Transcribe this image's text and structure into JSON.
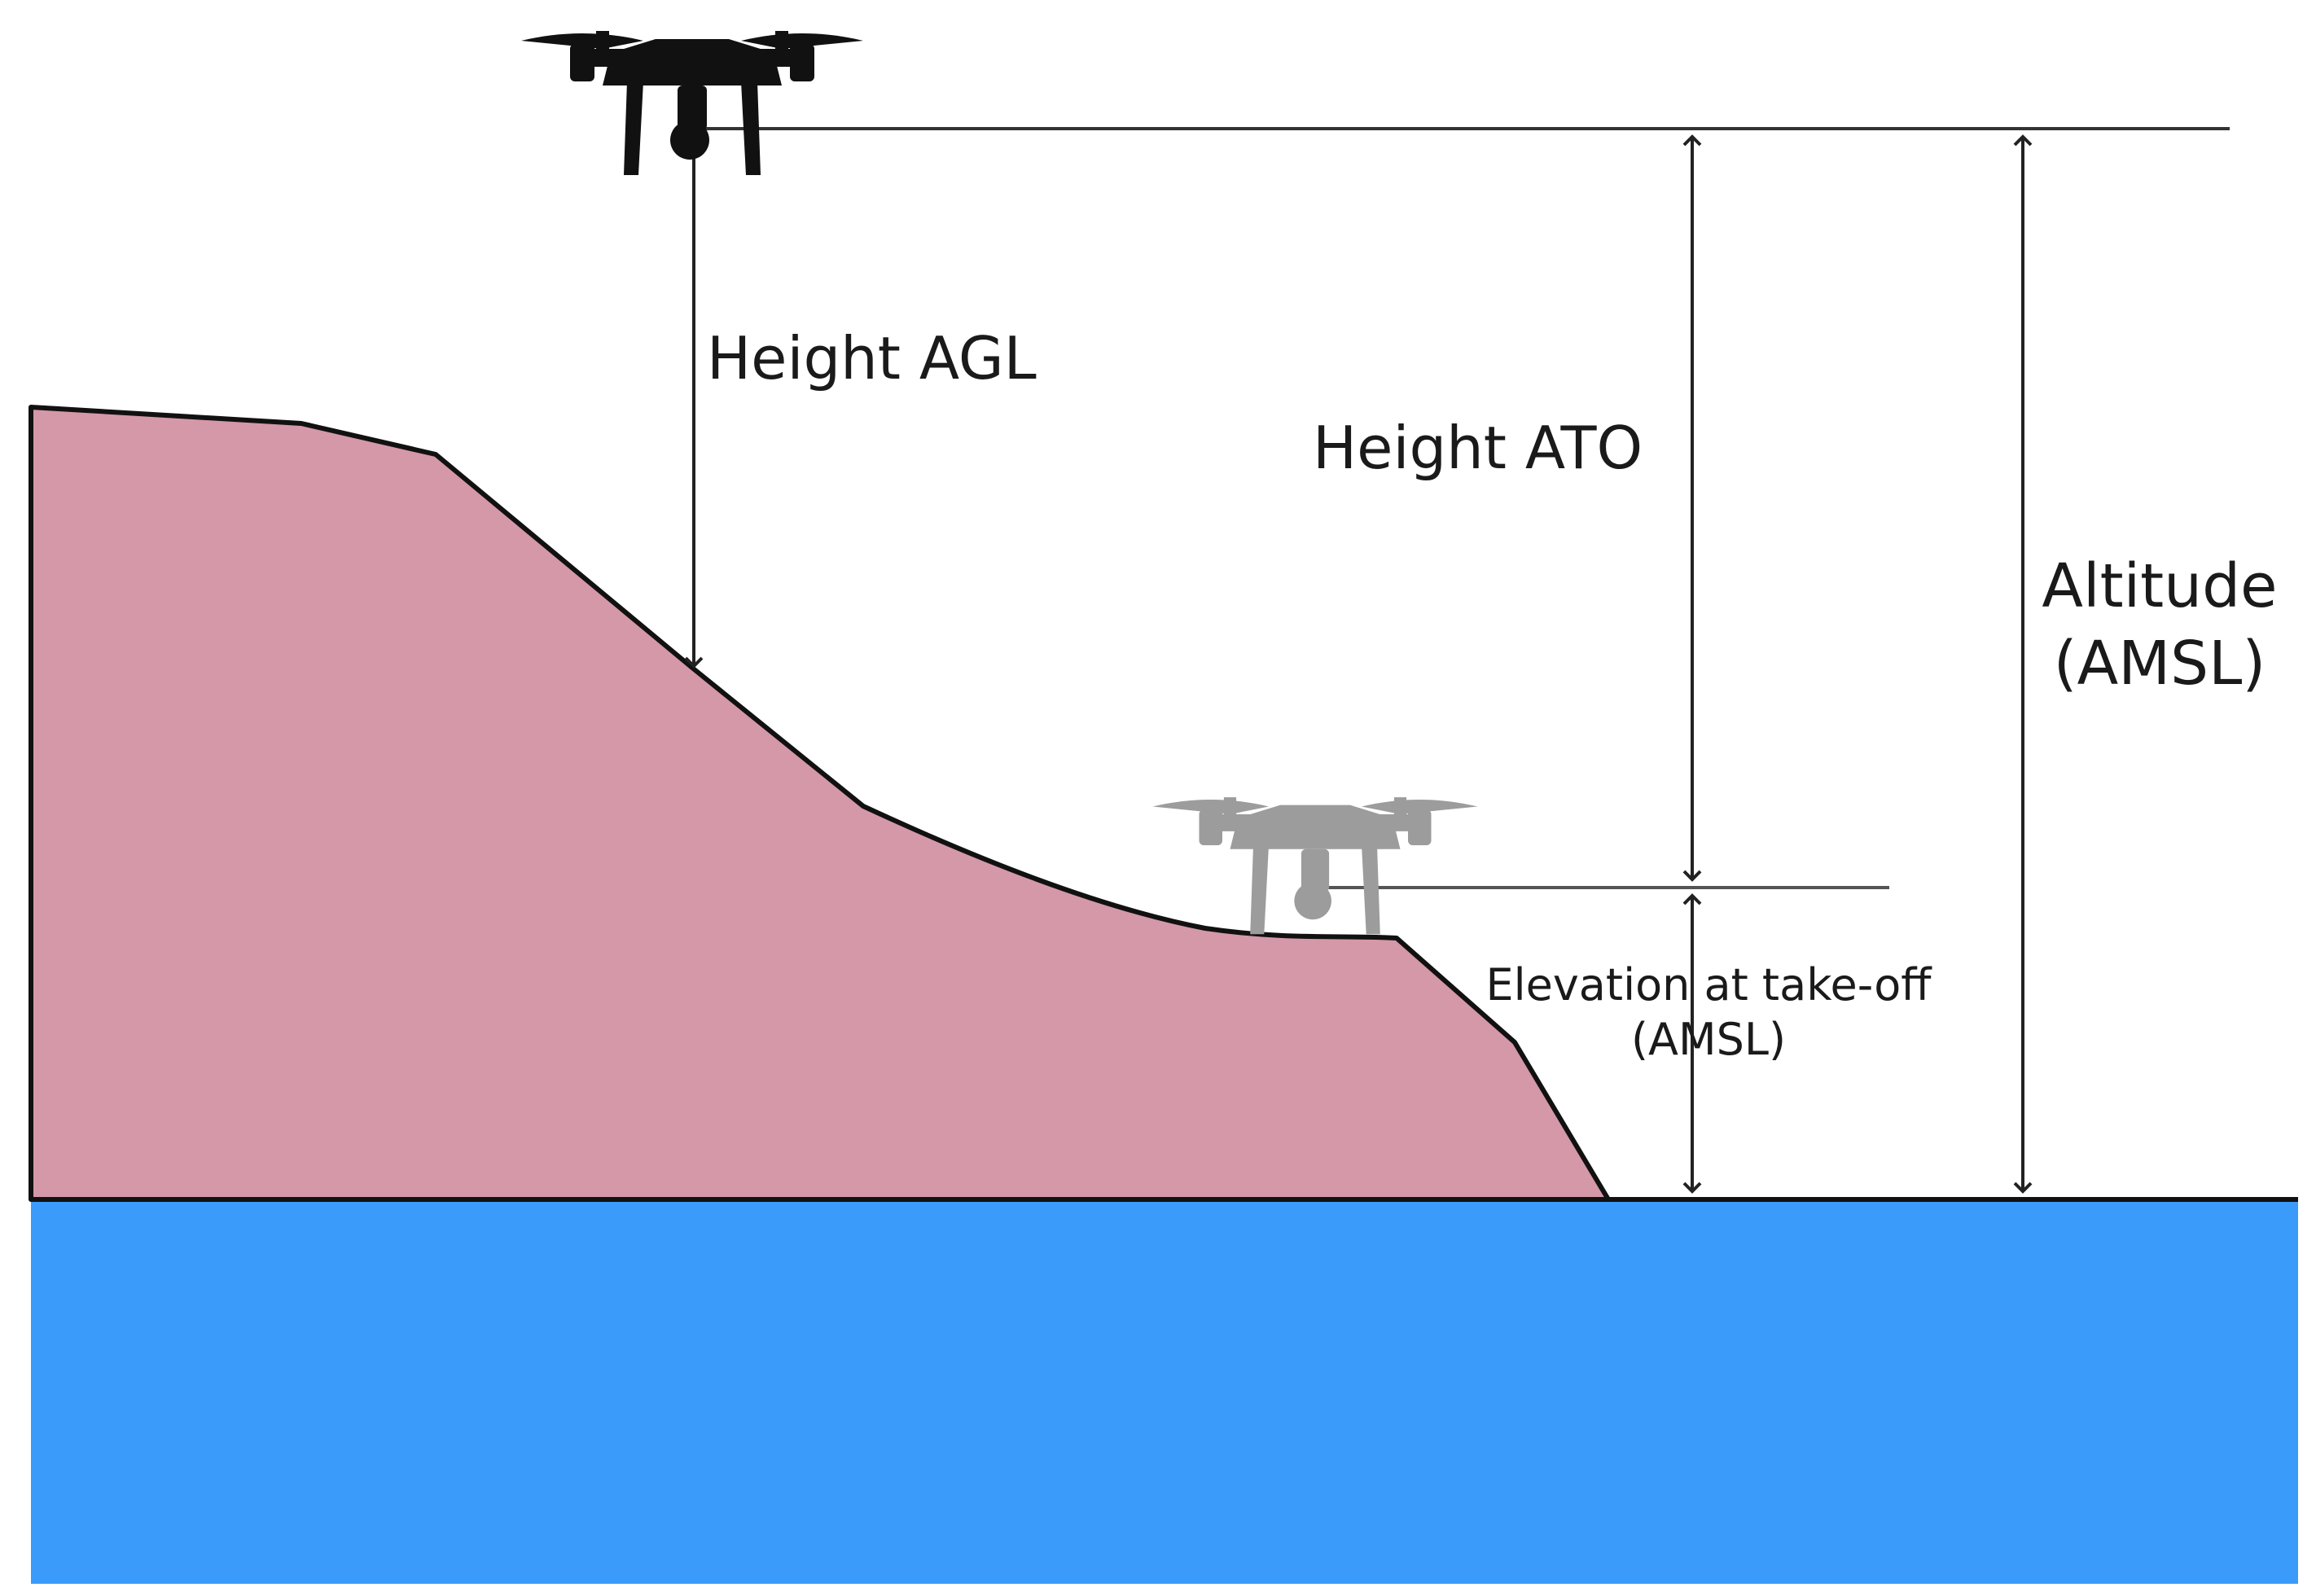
{
  "labels": {
    "height_agl": "Height AGL",
    "height_ato": "Height ATO",
    "altitude_line1": "Altitude",
    "altitude_line2": "(AMSL)",
    "elevation_line1": "Elevation at take-off",
    "elevation_line2": "(AMSL)"
  },
  "colors": {
    "terrain": "#d498a8",
    "sea": "#3a9bfb",
    "drone_flying": "#111111",
    "drone_takeoff": "#9c9c9c",
    "lines": "#222222"
  },
  "icons": {
    "flying_drone": "quadcopter-drone-icon",
    "takeoff_drone": "quadcopter-drone-icon"
  }
}
